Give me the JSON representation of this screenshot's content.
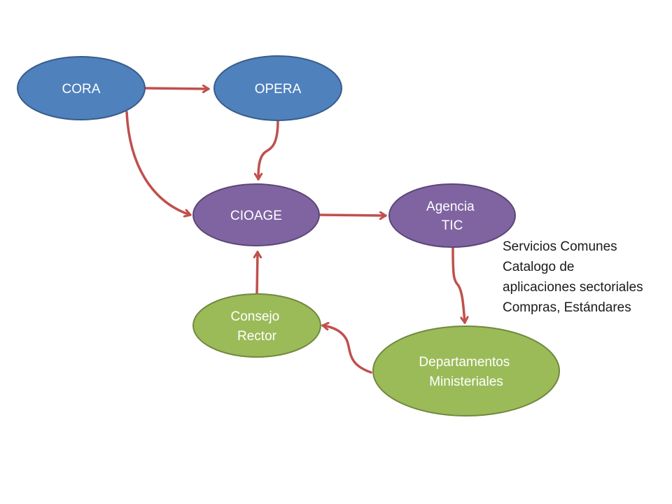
{
  "diagram": {
    "nodes": {
      "cora": {
        "lines": [
          "CORA"
        ],
        "fill": "#4f81bd",
        "stroke": "#385d8a"
      },
      "opera": {
        "lines": [
          "OPERA"
        ],
        "fill": "#4f81bd",
        "stroke": "#385d8a"
      },
      "cioage": {
        "lines": [
          "CIOAGE"
        ],
        "fill": "#8064a2",
        "stroke": "#5c4776"
      },
      "agencia": {
        "lines": [
          "Agencia",
          "TIC"
        ],
        "fill": "#8064a2",
        "stroke": "#5c4776"
      },
      "consejo": {
        "lines": [
          "Consejo",
          "Rector"
        ],
        "fill": "#9bbb59",
        "stroke": "#71893f"
      },
      "departamentos": {
        "lines": [
          "Departamentos",
          "Ministeriales"
        ],
        "fill": "#9bbb59",
        "stroke": "#71893f"
      }
    },
    "edges": [
      {
        "from": "CORA",
        "to": "OPERA"
      },
      {
        "from": "CORA",
        "to": "CIOAGE"
      },
      {
        "from": "OPERA",
        "to": "CIOAGE"
      },
      {
        "from": "CIOAGE",
        "to": "Agencia TIC"
      },
      {
        "from": "Agencia TIC",
        "to": "Departamentos Ministeriales"
      },
      {
        "from": "Departamentos Ministeriales",
        "to": "Consejo Rector"
      },
      {
        "from": "Consejo Rector",
        "to": "CIOAGE"
      }
    ],
    "arrow_color": "#c0504d",
    "side_note": {
      "lines": [
        "Servicios Comunes",
        "Catalogo de",
        "aplicaciones sectoriales",
        "Compras, Estándares"
      ]
    }
  }
}
